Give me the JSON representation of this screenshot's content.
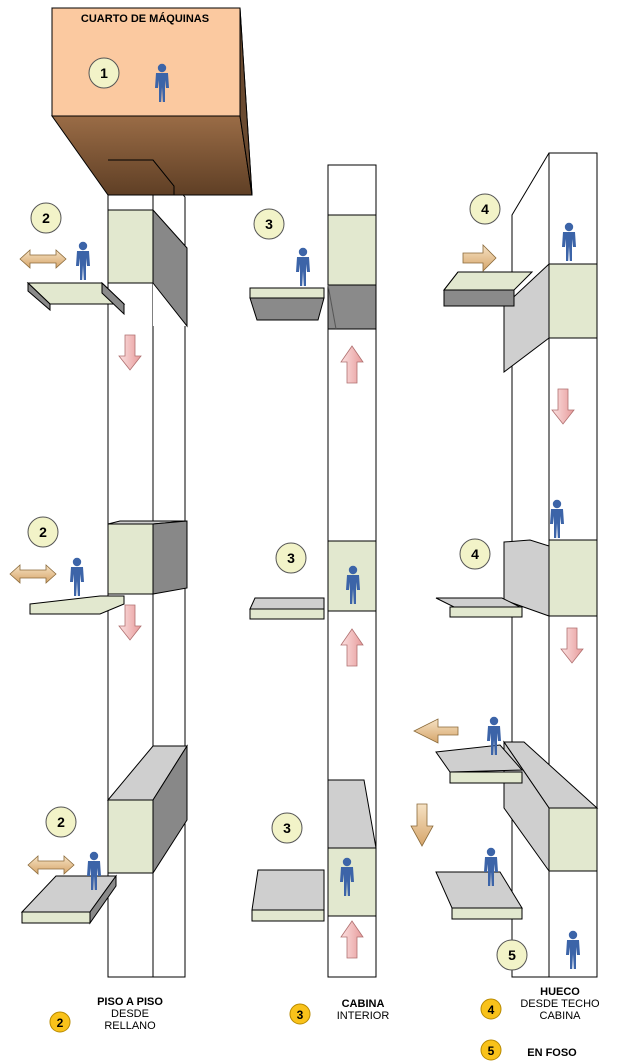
{
  "machine_room": {
    "title": "CUARTO DE MÁQUINAS",
    "marker": "1"
  },
  "markers": {
    "floor_to_floor": "2",
    "cabin": "3",
    "shaft": "4",
    "pit": "5"
  },
  "legend": {
    "floor_to_floor": {
      "number": "2",
      "title": "PISO A PISO",
      "line1": "DESDE",
      "line2": "RELLANO"
    },
    "cabin": {
      "number": "3",
      "title": "CABINA",
      "line1": "INTERIOR"
    },
    "shaft": {
      "number": "4",
      "title": "HUECO",
      "line1": "DESDE TECHO",
      "line2": "CABINA"
    },
    "pit": {
      "number": "5",
      "title": "EN FOSO"
    }
  },
  "colors": {
    "machine_room_front": "#fbc9a0",
    "machine_room_side": "#7b5436",
    "car_front": "#e2e8cf",
    "car_side_dark": "#888888",
    "car_top_light": "#cfcfcf",
    "landing_top": "#e2e8cf",
    "landing_side": "#8a8a8a",
    "marker_circle": "#f2f3c8",
    "legend_circle": "#f9c21a",
    "arrow_down": "#f2b3b3",
    "arrow_side": "#e8c08a",
    "person": "#3c64a8"
  }
}
